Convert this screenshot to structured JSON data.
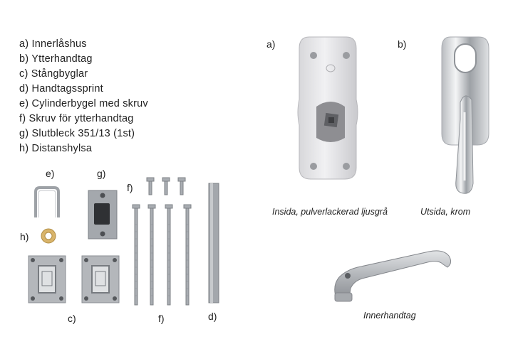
{
  "legend": [
    "a) Innerlåshus",
    "b) Ytterhandtag",
    "c) Stångbyglar",
    "d) Handtagssprint",
    "e) Cylinderbygel med skruv",
    "f) Skruv för ytterhandtag",
    "g) Slutbleck 351/13 (1st)",
    "h) Distanshylsa"
  ],
  "labels": {
    "a": "a)",
    "b": "b)",
    "c": "c)",
    "d": "d)",
    "e": "e)",
    "f_top": "f)",
    "f_bottom": "f)",
    "g": "g)",
    "h": "h)"
  },
  "captions": {
    "inside": "Insida, pulverlackerad ljusgrå",
    "outside": "Utsida, krom",
    "inner_handle": "Innerhandtag"
  },
  "colors": {
    "housing": "#e6e6e8",
    "housing_dark": "#8e8e92",
    "chrome": "#c9ccd0",
    "steel": "#a9adb2",
    "brass": "#d9b46a"
  }
}
